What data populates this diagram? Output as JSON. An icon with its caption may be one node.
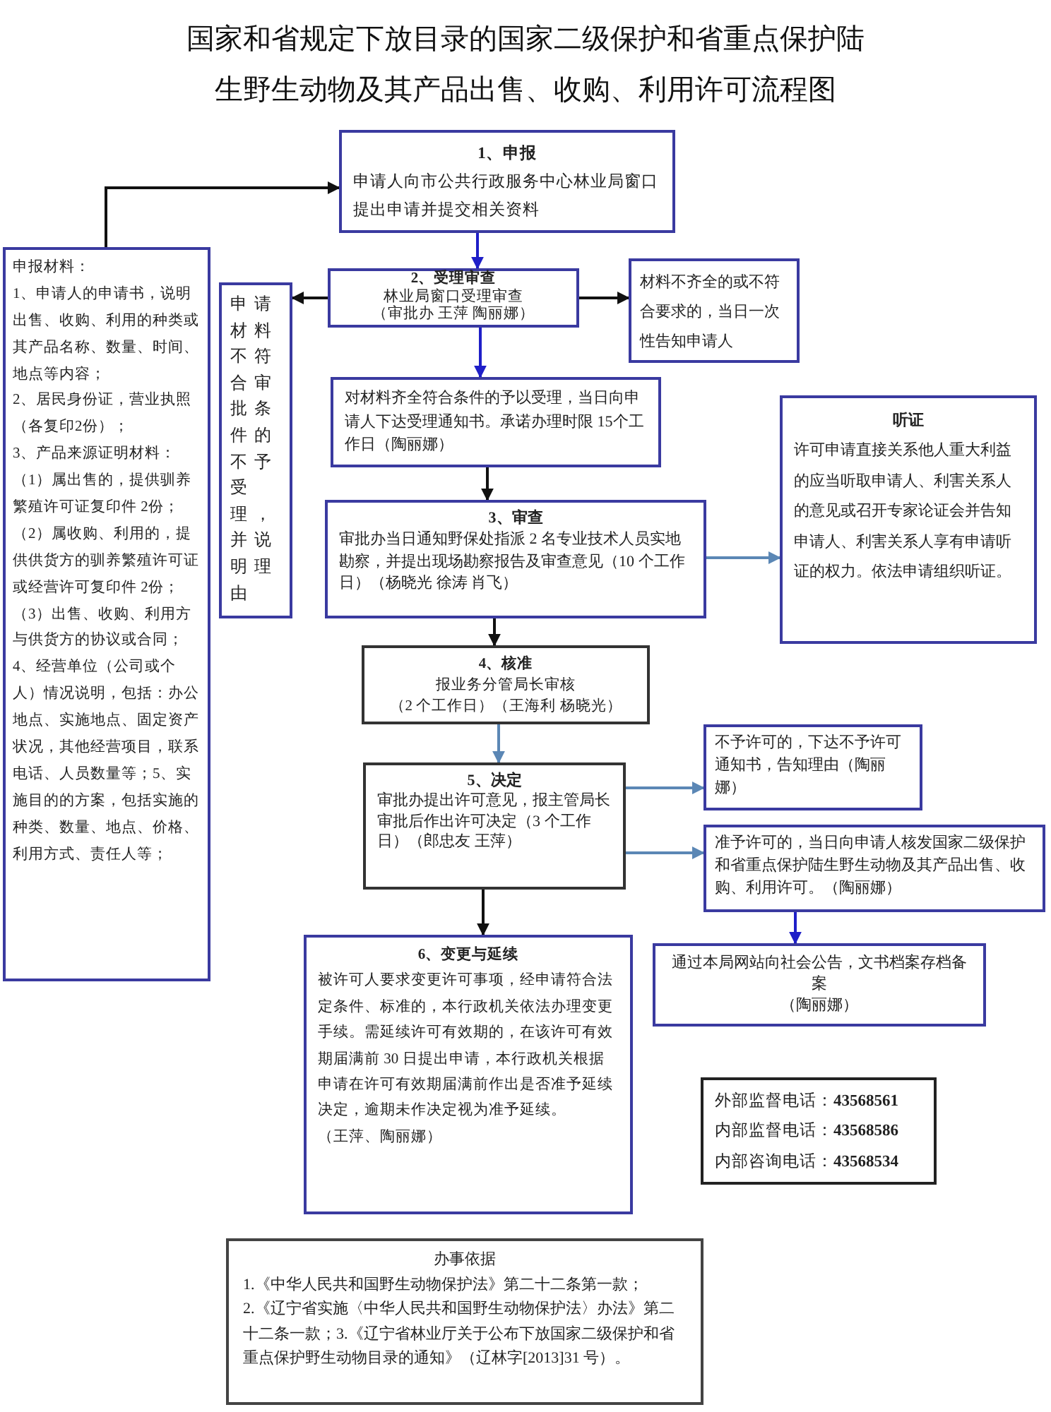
{
  "diagram": {
    "title": "国家和省规定下放目录的国家二级保护和省重点保护陆生野生动物及其产品出售、收购、利用许可流程图",
    "nodes": [
      {
        "text": [
          "1、申报",
          "申请人向市公共行政服务中心林业局窗口提出申请并提交相关资料"
        ]
      },
      {
        "text": [
          "申报材料：",
          "1、申请人的申请书，说明出售、收购、利用的种类或其产品名称、数量、时间、地点等内容；",
          "2、居民身份证，营业执照（各复印2份）；",
          "3、产品来源证明材料：",
          "（1）属出售的，提供驯养繁殖许可证复印件 2份；（2）属收购、利用的，提供供货方的驯养繁殖许可证或经营许可复印件 2份；（3）出售、收购、利用方与供货方的协议或合同；4、经营单位（公司或个人）情况说明，包括：办公地点、实施地点、固定资产状况，其他经营项目，联系电话、人员数量等；5、实施目的的方案，包括实施的种类、数量、地点、价格、利用方式、责任人等；"
        ]
      },
      {
        "text": [
          "2、受理审查",
          "林业局窗口受理审查",
          "（审批办 王萍 陶丽娜）"
        ]
      },
      {
        "text": [
          "申请材料不符合审批条件的不予受理，并说明理由"
        ]
      },
      {
        "text": [
          "材料不齐全的或不符合要求的，当日一次性告知申请人"
        ]
      },
      {
        "text": [
          "对材料齐全符合条件的予以受理，当日向申请人下达受理通知书。承诺办理时限 15个工作日（陶丽娜）"
        ]
      },
      {
        "text": [
          "3、审查",
          "审批办当日通知野保处指派 2 名专业技术人员实地勘察，并提出现场勘察报告及审查意见（10 个工作日）（杨晓光 徐涛 肖飞）"
        ]
      },
      {
        "text": [
          "听证",
          "许可申请直接关系他人重大利益的应当听取申请人、利害关系人的意见或召开专家论证会并告知申请人、利害关系人享有申请听证的权力。依法申请组织听证。"
        ]
      },
      {
        "text": [
          "4、核准",
          "报业务分管局长审核",
          "（2 个工作日）（王海利 杨晓光）"
        ]
      },
      {
        "text": [
          "5、决定",
          "审批办提出许可意见，报主管局长审批后作出许可决定（3 个工作日）（郎忠友 王萍）"
        ]
      },
      {
        "text": [
          "不予许可的，下达不予许可通知书，告知理由（陶丽娜）"
        ]
      },
      {
        "text": [
          "准予许可的，当日向申请人核发国家二级保护和省重点保护陆生野生动物及其产品出售、收购、利用许可。（陶丽娜）"
        ]
      },
      {
        "text": [
          "通过本局网站向社会公告，文书档案存档备案",
          "（陶丽娜）"
        ]
      },
      {
        "text": [
          "6、变更与延续",
          "被许可人要求变更许可事项，经申请符合法定条件、标准的，本行政机关依法办理变更手续。需延续许可有效期的，在该许可有效期届满前 30 日提出申请，本行政机关根据申请在许可有效期届满前作出是否准予延续决定，逾期未作决定视为准予延续。",
          "（王萍、陶丽娜）"
        ]
      },
      {
        "text": [
          "外部监督电话：**43568561**",
          "内部监督电话：**43568586**",
          "内部咨询电话：**43568534**"
        ]
      },
      {
        "text": [
          "办事依据",
          "1.《中华人民共和国野生动物保护法》第二十二条第一款；",
          "2.《辽宁省实施〈中华人民共和国野生动物保护法〉办法》第二十二条一款；3.《辽宁省林业厅关于公布下放国家二级保护和省重点保护野生动物目录的通知》（辽林字[2013]31 号）。"
        ]
      }
    ],
    "edges": [
      {
        "from": 0,
        "to": 2,
        "arrow": "to",
        "color": "#1f1fc8"
      },
      {
        "from": 1,
        "to": 0,
        "arrow": "to"
      },
      {
        "from": 2,
        "to": 3,
        "arrow": "to"
      },
      {
        "from": 2,
        "to": 4,
        "arrow": "to"
      },
      {
        "from": 2,
        "to": 5,
        "arrow": "to",
        "color": "#1f1fc8"
      },
      {
        "from": 5,
        "to": 6,
        "arrow": "to"
      },
      {
        "from": 6,
        "to": 7,
        "arrow": "to",
        "color": "#5b87b5"
      },
      {
        "from": 6,
        "to": 8,
        "arrow": "to"
      },
      {
        "from": 8,
        "to": 9,
        "arrow": "to",
        "color": "#5b87b5"
      },
      {
        "from": 9,
        "to": 10,
        "arrow": "to",
        "color": "#5b87b5"
      },
      {
        "from": 9,
        "to": 11,
        "arrow": "to",
        "color": "#5b87b5"
      },
      {
        "from": 11,
        "to": 12,
        "arrow": "to",
        "color": "#1f1fc8"
      },
      {
        "from": 9,
        "to": 13,
        "arrow": "to"
      }
    ]
  }
}
